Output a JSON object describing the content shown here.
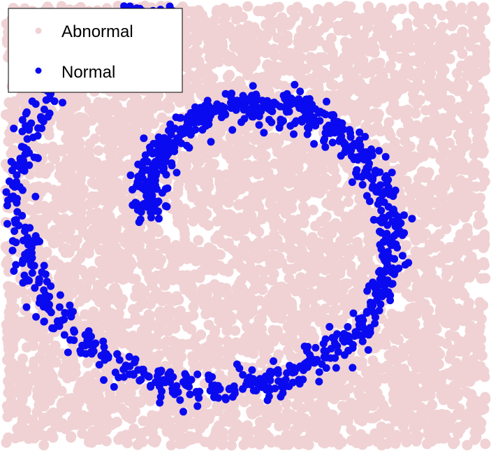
{
  "chart_data": {
    "type": "scatter",
    "title": "",
    "xlabel": "",
    "ylabel": "",
    "grid": false,
    "legend_position": "top-left",
    "series": [
      {
        "name": "Abnormal",
        "color": "#f0d2d4",
        "distribution": "uniform",
        "x_range": [
          0,
          1
        ],
        "y_range": [
          0,
          1
        ],
        "count": 5500
      },
      {
        "name": "Normal",
        "color": "#0a0af0",
        "distribution": "spiral",
        "spiral_center": [
          0.48,
          0.52
        ],
        "radius_range": [
          0.18,
          0.52
        ],
        "turn_range_deg": [
          180,
          620
        ],
        "noise": 0.018,
        "count": 1100
      }
    ]
  }
}
